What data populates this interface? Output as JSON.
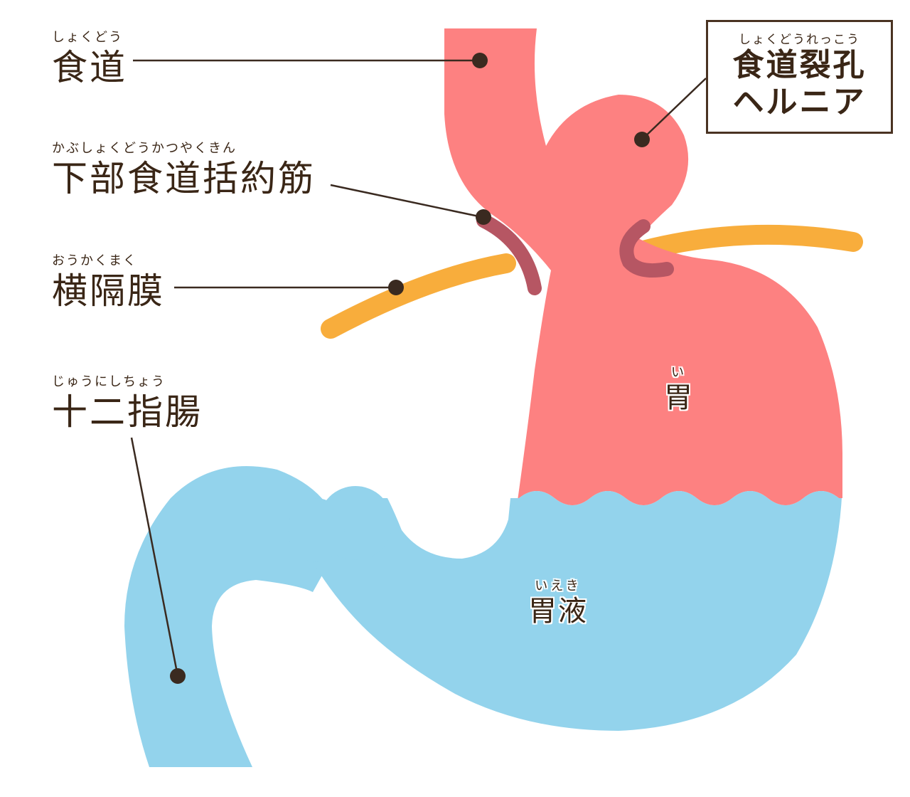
{
  "labels": {
    "esophagus": {
      "ruby": "しょくどう",
      "text": "食道"
    },
    "les": {
      "ruby": "かぶしょくどうかつやくきん",
      "text": "下部食道括約筋"
    },
    "diaphragm": {
      "ruby": "おうかくまく",
      "text": "横隔膜"
    },
    "duodenum": {
      "ruby": "じゅうにしちょう",
      "text": "十二指腸"
    },
    "stomach": {
      "ruby": "い",
      "text": "胃"
    },
    "gastric_juice": {
      "ruby": "いえき",
      "text": "胃液"
    }
  },
  "hernia": {
    "ruby": "しょくどうれっこう",
    "line1": "食道裂孔",
    "line2": "ヘルニア"
  },
  "colors": {
    "stomach": "#fd8181",
    "fluid": "#93d3ec",
    "diaphragm": "#f8ad3c",
    "sphincter": "#b65663",
    "leader": "#3a2a20",
    "text": "#3a2616"
  }
}
